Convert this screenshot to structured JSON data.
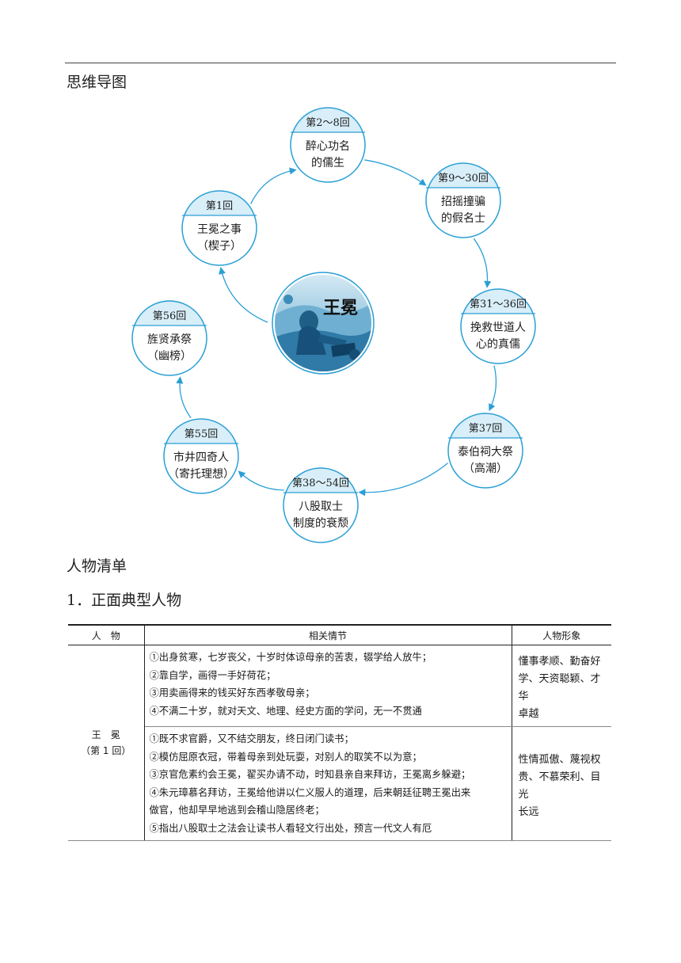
{
  "sections": {
    "mindmap_heading": "思维导图",
    "characters_heading": "人物清单",
    "subheading": "1．正面典型人物"
  },
  "mindmap": {
    "center": "王冕",
    "nodes": [
      {
        "title": "第1回",
        "line1": "王冕之事",
        "line2": "（楔子）"
      },
      {
        "title": "第2～8回",
        "line1": "醉心功名",
        "line2": "的儒生"
      },
      {
        "title": "第9～30回",
        "line1": "招摇撞骗",
        "line2": "的假名士"
      },
      {
        "title": "第31～36回",
        "line1": "挽救世道人",
        "line2": "心的真儒"
      },
      {
        "title": "第37回",
        "line1": "泰伯祠大祭",
        "line2": "（高潮）"
      },
      {
        "title": "第38～54回",
        "line1": "八股取士",
        "line2": "制度的衰颓"
      },
      {
        "title": "第55回",
        "line1": "市井四奇人",
        "line2": "（寄托理想）"
      },
      {
        "title": "第56回",
        "line1": "旌贤承祭",
        "line2": "（幽榜）"
      }
    ],
    "colors": {
      "node_border": "#2a9fd6",
      "node_header": "#d8eef8",
      "arrow": "#2a9fd6"
    }
  },
  "table": {
    "headers": [
      "人　物",
      "相关情节",
      "人物形象"
    ],
    "person": {
      "name": "王　冕",
      "chapter": "（第 1 回）"
    },
    "rows": [
      {
        "plots": [
          "①出身贫寒，七岁丧父，十岁时体谅母亲的苦衷，辍学给人放牛；",
          "②靠自学，画得一手好荷花；",
          "③用卖画得来的钱买好东西孝敬母亲；",
          "④不满二十岁，就对天文、地理、经史方面的学问，无一不贯通"
        ],
        "image_lines": [
          "懂事孝顺、勤奋好",
          "学、天资聪颖、才华",
          "卓越"
        ]
      },
      {
        "plots": [
          "①既不求官爵，又不结交朋友，终日闭门读书；",
          "②模仿屈原衣冠，带着母亲到处玩耍，对别人的取笑不以为意；",
          "③京官危素约会王冕，翟买办请不动，时知县亲自来拜访，王冕离乡躲避；",
          "④朱元璋慕名拜访，王冕给他讲以仁义服人的道理，后来朝廷征聘王冕出来",
          "做官，他却早早地逃到会稽山隐居终老；",
          "⑤指出八股取士之法会让读书人看轻文行出处，预言一代文人有厄"
        ],
        "image_lines": [
          "性情孤傲、蔑视权",
          "贵、不慕荣利、目光",
          "长远"
        ]
      }
    ]
  }
}
